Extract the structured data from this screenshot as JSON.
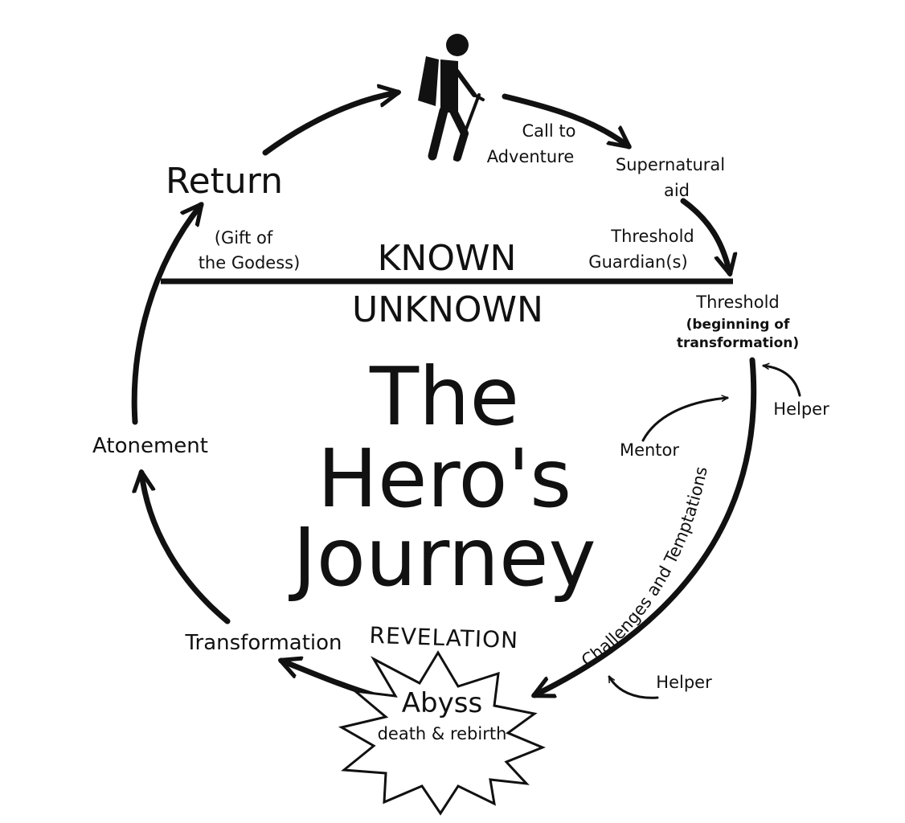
{
  "title_lines": [
    "The",
    "Hero's",
    "Journey"
  ],
  "boundary": {
    "above": "KNOWN",
    "below": "UNKNOWN"
  },
  "stages": {
    "call_line1": "Call to",
    "call_line2": "Adventure",
    "supernatural_line1": "Supernatural",
    "supernatural_line2": "aid",
    "guardian_line1": "Threshold",
    "guardian_line2": "Guardian(s)",
    "threshold_line1": "Threshold",
    "threshold_line2": "(beginning of",
    "threshold_line3": "transformation)",
    "helper_upper": "Helper",
    "mentor": "Mentor",
    "challenges": "Challenges and Temptations",
    "helper_lower": "Helper",
    "revelation": "REVELATION",
    "abyss": "Abyss",
    "abyss_sub": "death & rebirth",
    "transformation": "Transformation",
    "atonement": "Atonement",
    "return": "Return",
    "gift_line1": "(Gift of",
    "gift_line2": "the Godess)"
  },
  "colors": {
    "ink": "#111111",
    "background": "#ffffff"
  },
  "icons": {
    "hero": "hiker-icon"
  }
}
